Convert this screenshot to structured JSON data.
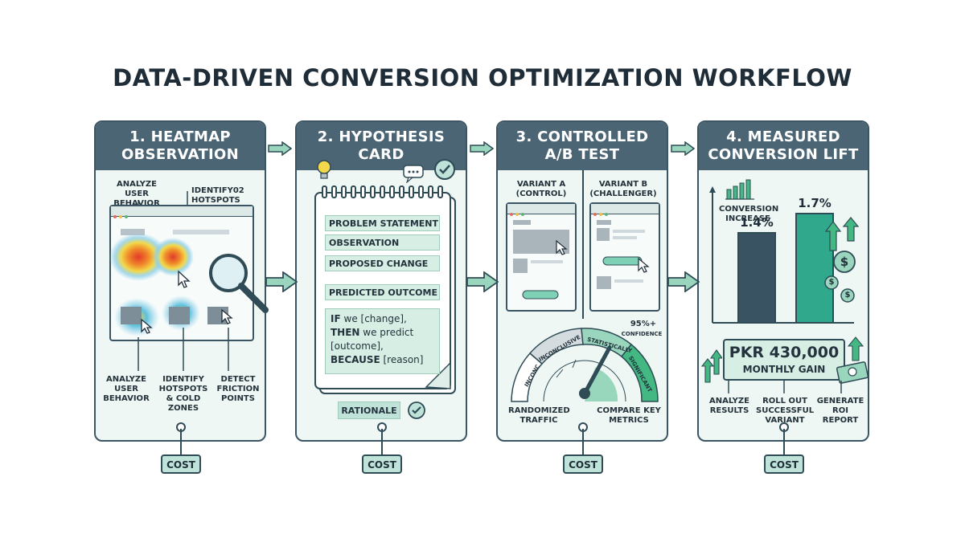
{
  "title": "DATA-DRIVEN CONVERSION OPTIMIZATION WORKFLOW",
  "panels": [
    {
      "line1": "1. HEATMAP",
      "line2": "OBSERVATION"
    },
    {
      "line1": "2. HYPOTHESIS",
      "line2": "CARD"
    },
    {
      "line1": "3. CONTROLLED",
      "line2": "A/B TEST"
    },
    {
      "line1": "4. MEASURED",
      "line2": "CONVERSION LIFT"
    }
  ],
  "heatmap": {
    "top_left_label": "ANALYZE USER BEHAVIOR",
    "top_right_label": "IDENTIFY02 HOTSPOTS",
    "bottom_labels": [
      "ANALYZE USER BEHAVIOR",
      "IDENTIFY HOTSPOTS & COLD ZONES",
      "DETECT FRICTION POINTS"
    ]
  },
  "hypothesis": {
    "items": [
      "PROBLEM STATEMENT",
      "OBSERVATION",
      "PROPOSED CHANGE",
      "PREDICTED OUTCOME"
    ],
    "if_kw": "IF",
    "if_txt": "we [change],",
    "then_kw": "THEN",
    "then_txt": "we predict",
    "outcome_txt": "[outcome],",
    "because_kw": "BECAUSE",
    "because_txt": "[reason]",
    "rationale": "RATIONALE"
  },
  "abtest": {
    "variant_a": "VARIANT A (CONTROL)",
    "variant_b": "VARIANT B (CHALLENGER)",
    "gauge_segments": [
      "INCONC",
      "INCONCLUSIVE",
      "STATISTICALLY",
      "SIGNIFICANT"
    ],
    "confidence": "95%+",
    "confidence_label": "CONFIDENCE",
    "bottom_left": "RANDOMIZED TRAFFIC",
    "bottom_right": "COMPARE KEY METRICS"
  },
  "lift": {
    "increase_label": "CONVERSION INCREASE",
    "gain_amount": "PKR 430,000",
    "gain_label": "MONTHLY GAIN",
    "bottom_labels": [
      "ANALYZE RESULTS",
      "ROLL OUT SUCCESSFUL VARIANT",
      "GENERATE ROI REPORT"
    ],
    "currency_symbol": "$"
  },
  "chart_data": {
    "type": "bar",
    "categories": [
      "",
      ""
    ],
    "values": [
      1.4,
      1.7
    ],
    "value_labels": [
      "1.4%",
      "1.7%"
    ],
    "title": "",
    "xlabel": "",
    "ylabel": "",
    "ylim": [
      0,
      2.1
    ],
    "colors": [
      "#3a5363",
      "#2fa88c"
    ]
  },
  "tags": [
    "COST",
    "COST",
    "COST",
    "COST"
  ],
  "colors": {
    "header": "#4b6575",
    "panel": "#eef7f4",
    "accent": "#2fa88c",
    "outline": "#3b5564"
  }
}
